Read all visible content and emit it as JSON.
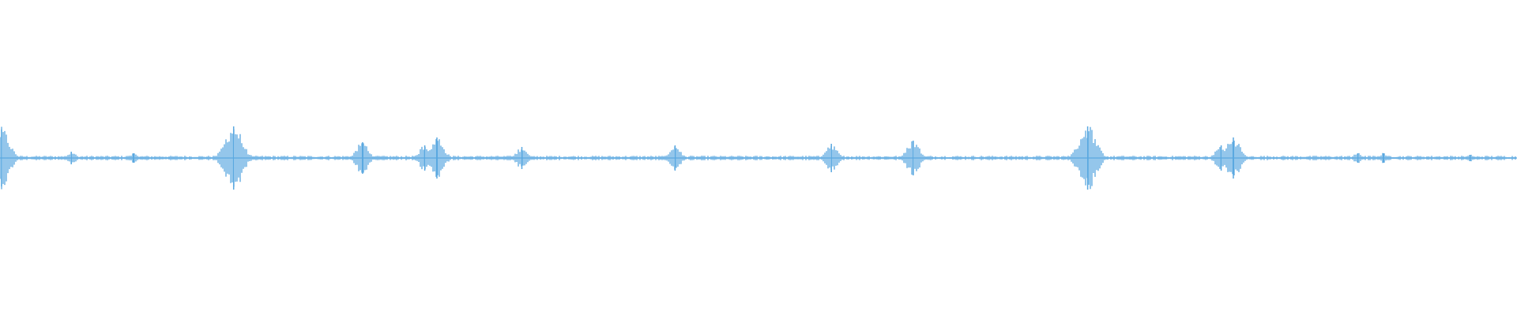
{
  "waveform": {
    "color": "#5aa8e0",
    "background": "#ffffff",
    "duration_fraction_peaks": [
      {
        "t": 0.001,
        "amp": 0.09
      },
      {
        "t": 0.047,
        "amp": 0.02
      },
      {
        "t": 0.088,
        "amp": 0.015
      },
      {
        "t": 0.154,
        "amp": 0.1
      },
      {
        "t": 0.239,
        "amp": 0.05
      },
      {
        "t": 0.28,
        "amp": 0.04
      },
      {
        "t": 0.288,
        "amp": 0.065
      },
      {
        "t": 0.344,
        "amp": 0.035
      },
      {
        "t": 0.445,
        "amp": 0.04
      },
      {
        "t": 0.548,
        "amp": 0.045
      },
      {
        "t": 0.602,
        "amp": 0.055
      },
      {
        "t": 0.717,
        "amp": 0.1
      },
      {
        "t": 0.805,
        "amp": 0.04
      },
      {
        "t": 0.813,
        "amp": 0.065
      },
      {
        "t": 0.895,
        "amp": 0.015
      },
      {
        "t": 0.912,
        "amp": 0.015
      },
      {
        "t": 0.969,
        "amp": 0.01
      }
    ],
    "noise_floor_amp": 0.006
  }
}
